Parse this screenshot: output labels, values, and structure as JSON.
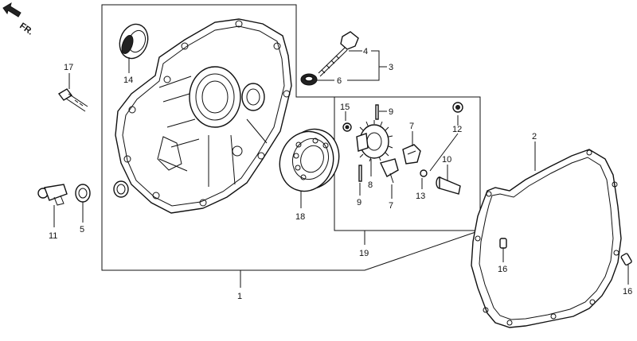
{
  "direction_indicator": {
    "label": "FR."
  },
  "callouts": {
    "c1": "1",
    "c2": "2",
    "c3": "3",
    "c4": "4",
    "c5": "5",
    "c6": "6",
    "c7a": "7",
    "c7b": "7",
    "c8": "8",
    "c9a": "9",
    "c9b": "9",
    "c10": "10",
    "c11": "11",
    "c12": "12",
    "c13": "13",
    "c14": "14",
    "c15": "15",
    "c16a": "16",
    "c16b": "16",
    "c17": "17",
    "c18": "18",
    "c19": "19"
  }
}
